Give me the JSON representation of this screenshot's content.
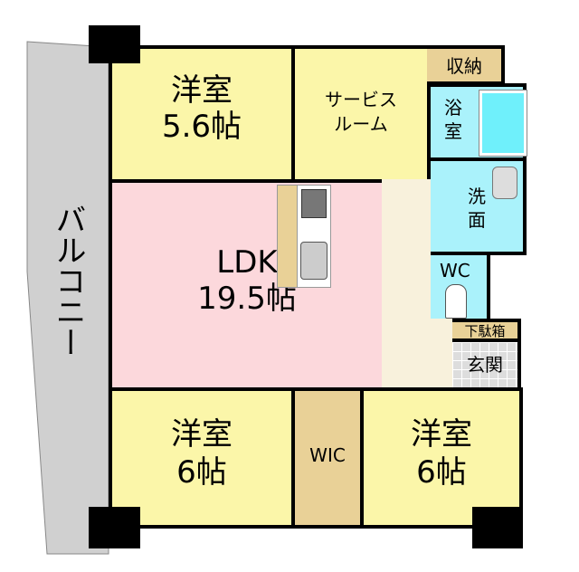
{
  "rooms": {
    "balcony": "バルコニー",
    "western1": {
      "name": "洋室",
      "size": "5.6帖"
    },
    "service": {
      "line1": "サービス",
      "line2": "ルーム"
    },
    "storage": "収納",
    "bath": {
      "line1": "浴",
      "line2": "室"
    },
    "wash": {
      "line1": "洗",
      "line2": "面"
    },
    "wc": "WC",
    "ldk": {
      "name": "LDK",
      "size": "19.5帖"
    },
    "shoebox": "下駄箱",
    "entrance": "玄関",
    "western2": {
      "name": "洋室",
      "size": "6帖"
    },
    "wic": "WIC",
    "western3": {
      "name": "洋室",
      "size": "6帖"
    }
  },
  "colors": {
    "western": "#fbf6a9",
    "ldk": "#fcd8dc",
    "storage": "#e9d197",
    "water": "#aaf2fb",
    "hall": "#f8f1dc",
    "balcony": "#d0d0d0"
  }
}
